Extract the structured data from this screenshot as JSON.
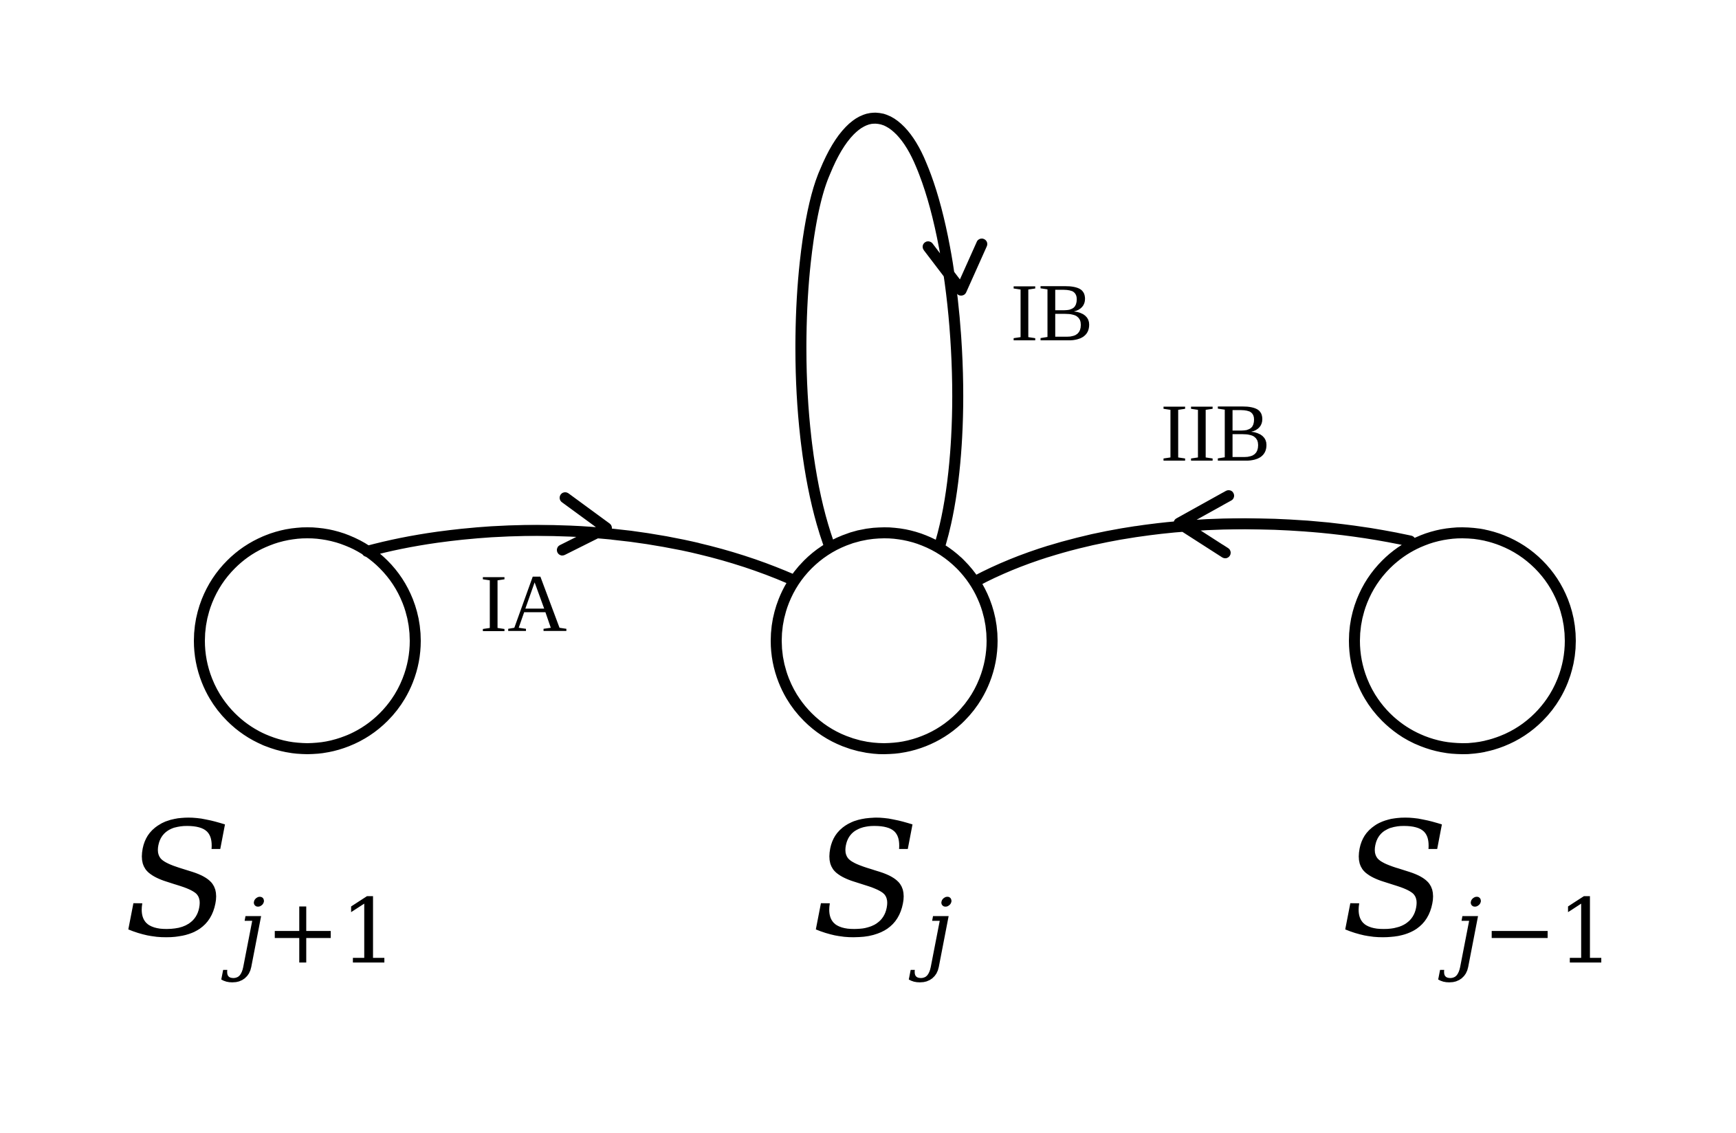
{
  "diagram": {
    "nodes": [
      {
        "id": "left",
        "label": {
          "main": "S",
          "sub_var": "j",
          "sub_rest": "+1"
        }
      },
      {
        "id": "center",
        "label": {
          "main": "S",
          "sub_var": "j",
          "sub_rest": ""
        }
      },
      {
        "id": "right",
        "label": {
          "main": "S",
          "sub_var": "j",
          "sub_rest": "−1"
        }
      }
    ],
    "edges": [
      {
        "id": "IA",
        "label": "IA",
        "from": "left",
        "to": "center"
      },
      {
        "id": "IB",
        "label": "IB",
        "from": "center",
        "to": "center"
      },
      {
        "id": "IIB",
        "label": "IIB",
        "from": "right",
        "to": "center"
      }
    ],
    "colors": {
      "stroke": "#000000",
      "background": "#ffffff"
    }
  }
}
